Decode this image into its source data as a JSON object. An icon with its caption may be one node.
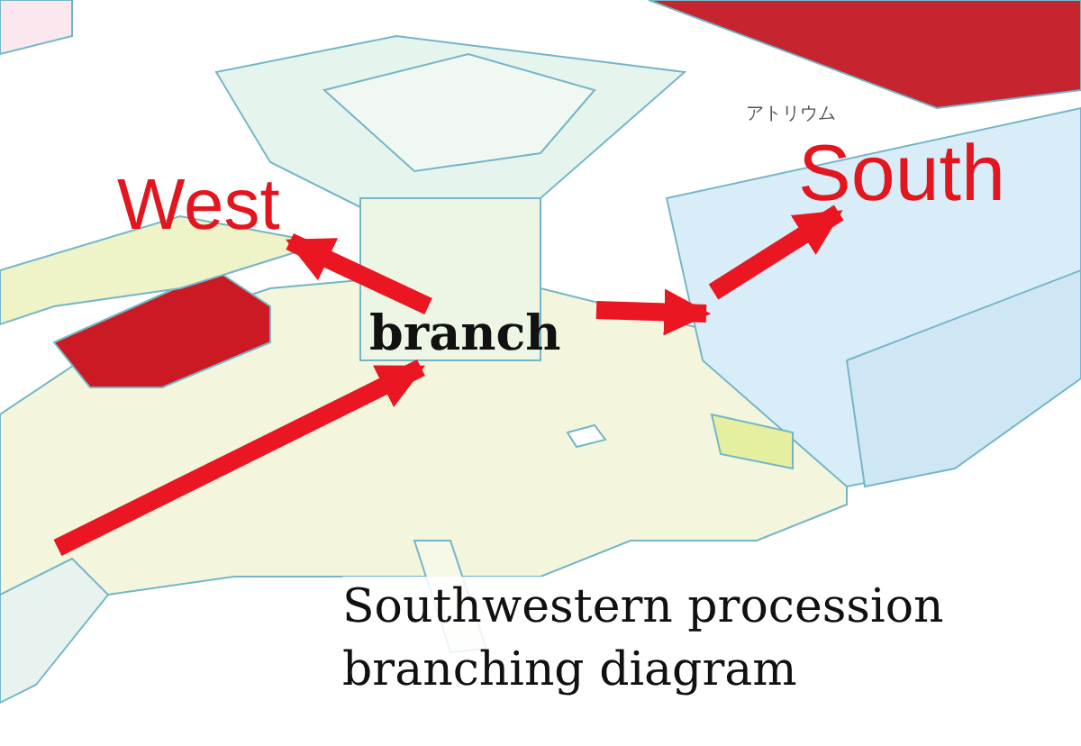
{
  "diagram": {
    "caption": "Southwestern procession branching diagram",
    "nodes": [
      {
        "text": [
          "West"
        ]
      },
      {
        "text": [
          "South"
        ]
      },
      {
        "text": [
          "branch"
        ]
      }
    ],
    "edges": [
      {
        "from": null,
        "to": 2,
        "arrow": "to"
      },
      {
        "from": 2,
        "to": 0,
        "arrow": "to"
      },
      {
        "from": 2,
        "to": null,
        "arrow": "to"
      },
      {
        "from": null,
        "to": 1,
        "arrow": "to"
      }
    ],
    "labels": [
      "アトリウム"
    ]
  }
}
